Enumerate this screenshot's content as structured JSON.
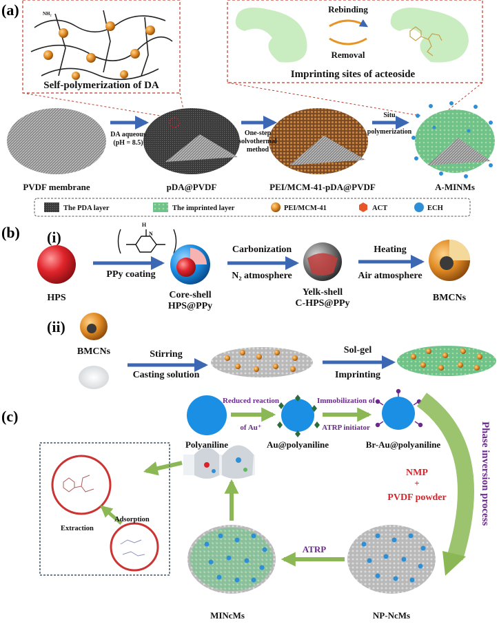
{
  "panels": {
    "a": "(a)",
    "b": "(b)",
    "c": "(c)",
    "b_i": "(i)",
    "b_ii": "(ii)"
  },
  "a": {
    "zoom1_title": "Self-polymerization of DA",
    "zoom2_title": "Imprinting sites of acteoside",
    "rebinding": "Rebinding",
    "removal": "Removal",
    "nh2": "NH₂",
    "step1_line1": "DA aqueous",
    "step1_line2": "(pH = 8.5)",
    "step2_line1": "One-step",
    "step2_line2": "solvothermal",
    "step2_line3": "method",
    "step3_line1": "Situ",
    "step3_line2": "polymerization",
    "stage_labels": [
      "PVDF membrane",
      "pDA@PVDF",
      "PEI/MCM-41-pDA@PVDF",
      "A-MINMs"
    ],
    "legend": [
      "The PDA layer",
      "The imprinted layer",
      "PEI/MCM-41",
      "ACT",
      "ECH"
    ]
  },
  "b": {
    "ppy_h": "H",
    "ppy_n": "N",
    "step_ppy": "PPy coating",
    "step_carb": "Carbonization",
    "step_n2": "N₂ atmosphere",
    "step_heat": "Heating",
    "step_air": "Air atmosphere",
    "hps": "HPS",
    "core_shell_1": "Core-shell",
    "core_shell_2": "HPS@PPy",
    "yolk_1": "Yelk-shell",
    "yolk_2": "C-HPS@PPy",
    "bmcns": "BMCNs",
    "ii_bmcns": "BMCNs",
    "stirring": "Stirring",
    "casting": "Casting solution",
    "solgel": "Sol-gel",
    "imprinting": "Imprinting"
  },
  "c": {
    "reduced_1": "Reduced reaction",
    "reduced_2": "of Au⁺",
    "immob_1": "Immobilization of",
    "immob_2": "ATRP initiator",
    "polyaniline": "Polyaniline",
    "au_polyaniline": "Au@polyaniline",
    "br_au": "Br-Au@polyaniline",
    "phase_inversion": "Phase inversion process",
    "nmp": "NMP",
    "plus": "+",
    "pvdf_powder": "PVDF powder",
    "atrp": "ATRP",
    "minc": "MINcMs",
    "npnc": "NP-NcMs",
    "adsorption": "Adsorption",
    "extraction": "Extraction"
  },
  "colors": {
    "arrow_blue": "#3b67b3",
    "arrow_green": "#8bb854",
    "orange_np": "#f2a233",
    "act": "#e8572a",
    "ech": "#2f8fd6",
    "sphere_red": "#d61f26",
    "sphere_blue": "#1a8fe3",
    "imprinted": "#7ed28a",
    "purple_text": "#6a2a8c",
    "red_text": "#d8232a",
    "dash_red": "#c0392b"
  }
}
